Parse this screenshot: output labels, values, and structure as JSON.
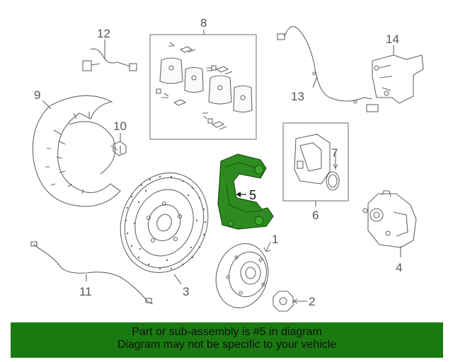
{
  "callouts": {
    "c1": "1",
    "c2": "2",
    "c3": "3",
    "c4": "4",
    "c5": "5",
    "c6": "6",
    "c7": "7",
    "c8": "8",
    "c9": "9",
    "c10": "10",
    "c11": "11",
    "c12": "12",
    "c13": "13",
    "c14": "14"
  },
  "highlight": {
    "part": "5",
    "color": "#2e8b21"
  },
  "banner": {
    "line1": "Part or sub-assembly is #5 in diagram",
    "line2": "Diagram may not be specific to your vehicle",
    "background": "#1a7a11"
  }
}
